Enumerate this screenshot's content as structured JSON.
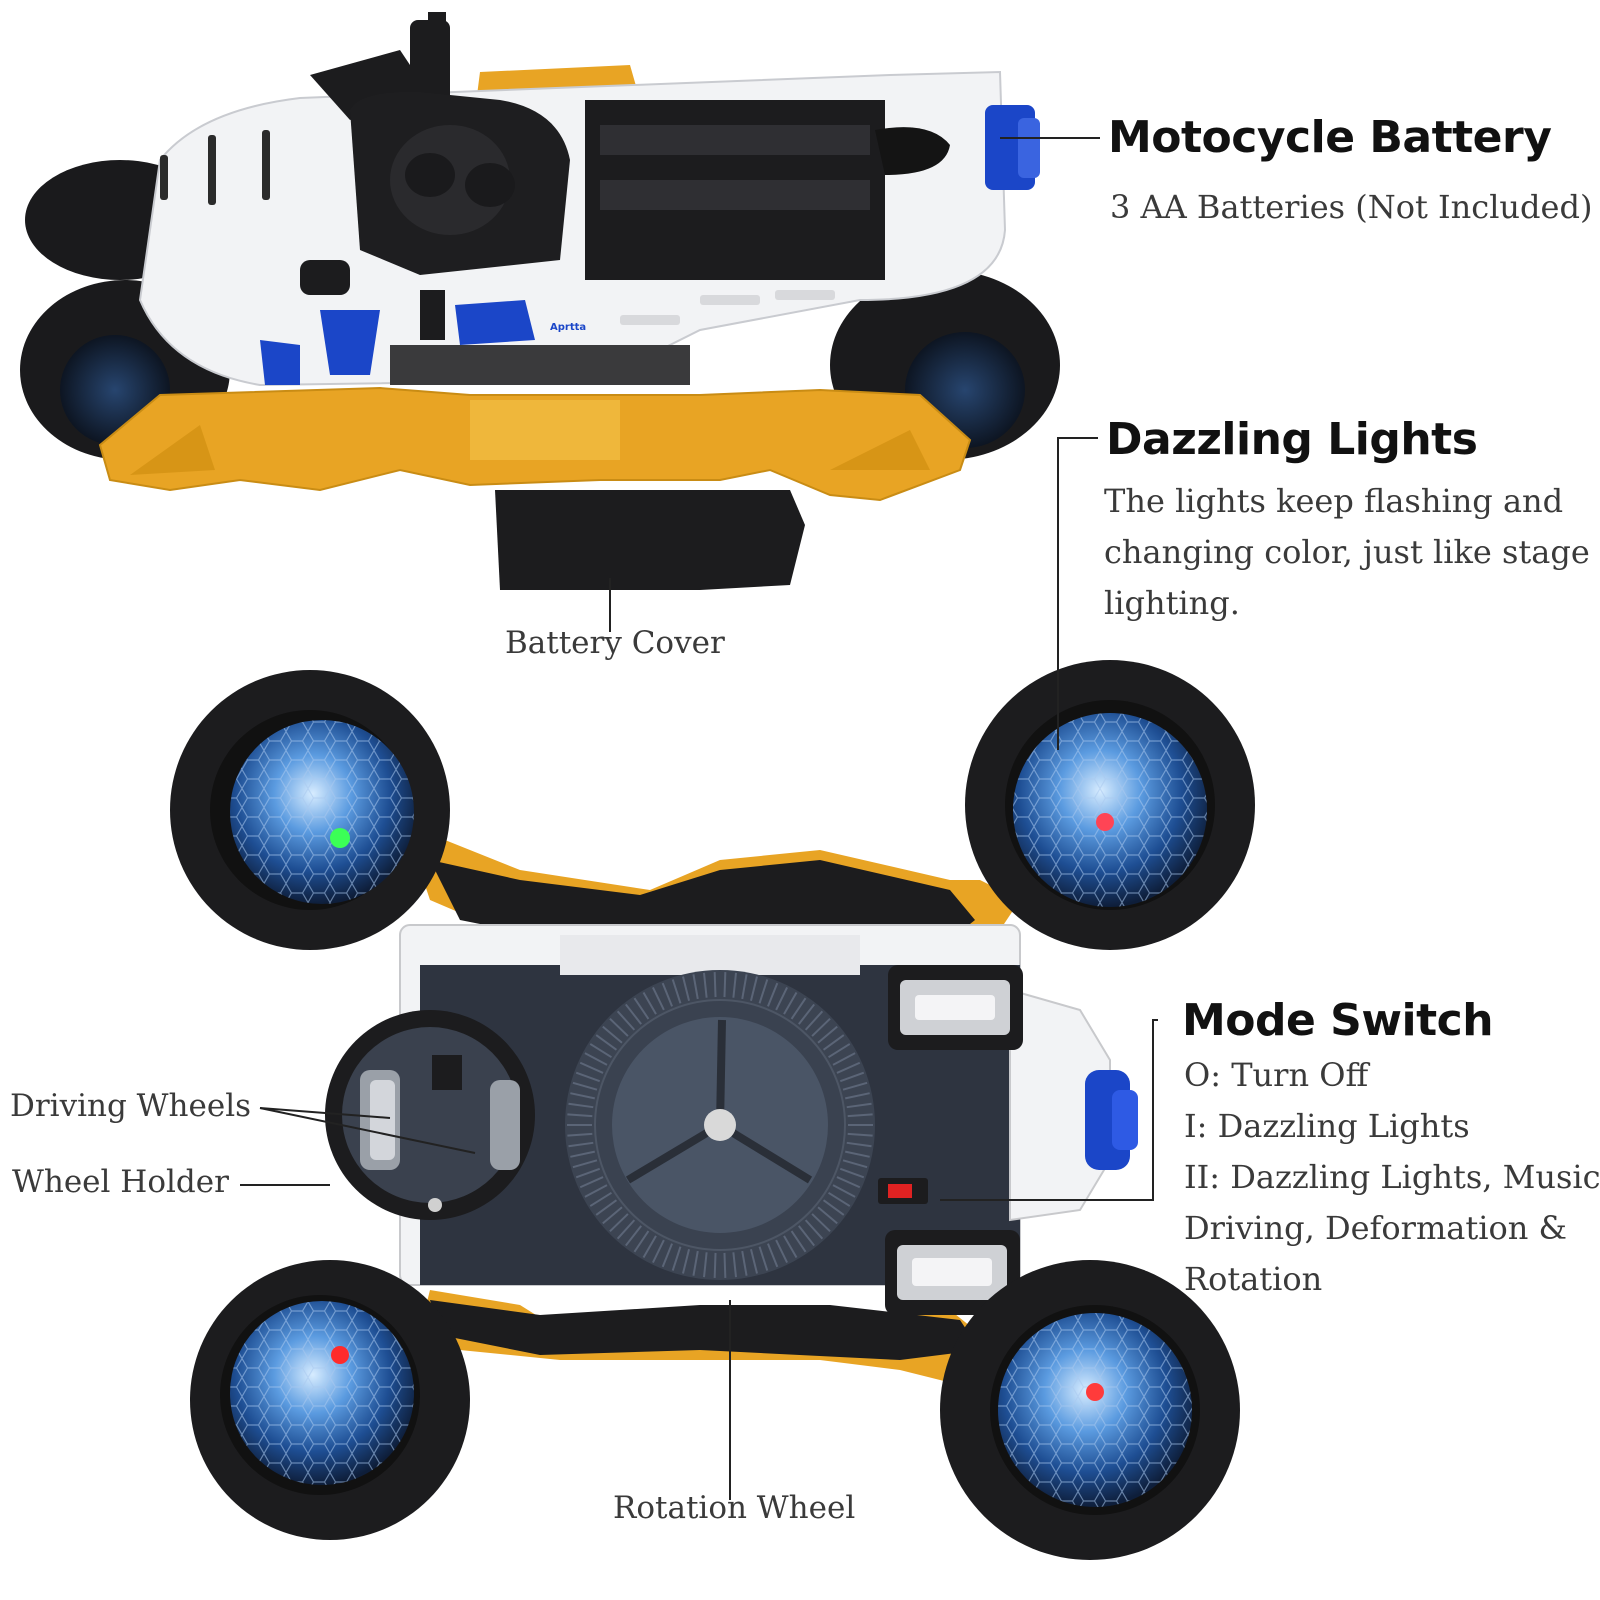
{
  "callouts": {
    "battery": {
      "title": "Motocycle Battery",
      "text": "3 AA Batteries (Not Included)"
    },
    "lights": {
      "title": "Dazzling Lights",
      "lines": [
        "The lights keep flashing and",
        "changing color, just like stage",
        "lighting."
      ]
    },
    "mode": {
      "title": "Mode Switch",
      "lines": [
        "O: Turn Off",
        "I: Dazzling Lights",
        "II: Dazzling Lights, Music",
        "Driving, Deformation &",
        "Rotation"
      ]
    }
  },
  "labels": {
    "battery_cover": "Battery Cover",
    "driving_wheels": "Driving Wheels",
    "wheel_holder": "Wheel Holder",
    "rotation_wheel": "Rotation Wheel"
  },
  "body_badge": "Aprtta",
  "colors": {
    "orange": "#e8a424",
    "black": "#1c1c1e",
    "white_body": "#f2f3f5",
    "blue": "#1b46c8",
    "light_blue": "#3b7fd6",
    "grey": "#3d4756"
  }
}
